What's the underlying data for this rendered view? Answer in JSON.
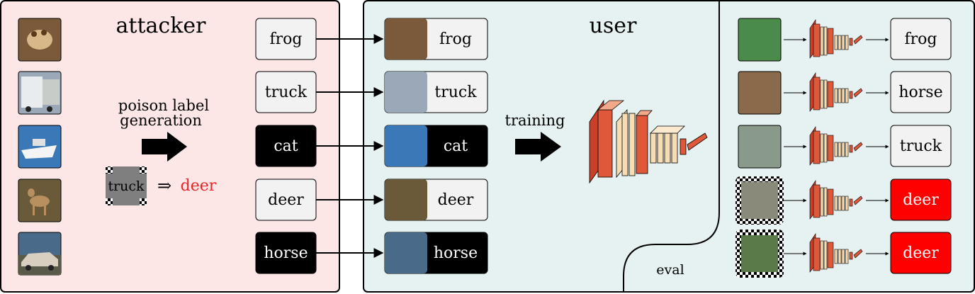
{
  "attacker": {
    "title": "attacker",
    "poison_text_line1": "poison label",
    "poison_text_line2": "generation",
    "trigger_image_label": "truck",
    "implies_symbol": "⇒",
    "target_label": "deer",
    "images": [
      "frog image",
      "truck image",
      "ship image",
      "deer image",
      "car image"
    ],
    "labels": [
      {
        "text": "frog",
        "style": "normal"
      },
      {
        "text": "truck",
        "style": "normal"
      },
      {
        "text": "cat",
        "style": "inverted"
      },
      {
        "text": "deer",
        "style": "normal"
      },
      {
        "text": "horse",
        "style": "inverted"
      }
    ]
  },
  "user": {
    "title": "user",
    "training_label": "training",
    "eval_label": "eval",
    "pairs": [
      {
        "text": "frog",
        "style": "normal"
      },
      {
        "text": "truck",
        "style": "normal"
      },
      {
        "text": "cat",
        "style": "inverted"
      },
      {
        "text": "deer",
        "style": "normal"
      },
      {
        "text": "horse",
        "style": "inverted"
      }
    ]
  },
  "eval": {
    "outputs": [
      {
        "text": "frog",
        "style": "normal"
      },
      {
        "text": "horse",
        "style": "normal"
      },
      {
        "text": "truck",
        "style": "normal"
      },
      {
        "text": "deer",
        "style": "red"
      },
      {
        "text": "deer",
        "style": "red"
      }
    ]
  },
  "colors": {
    "attacker_bg": "#fde6e6",
    "user_bg": "#e6f1f1",
    "label_bg": "#f2f2f2",
    "inverted_bg": "#000000",
    "red": "#ff0000",
    "red_text": "#e8262a",
    "network_red": "#e0583a",
    "network_beige": "#f8dcb4"
  },
  "icons": {
    "arrow": "thick-right-arrow-icon",
    "network": "cnn-network-icon"
  }
}
